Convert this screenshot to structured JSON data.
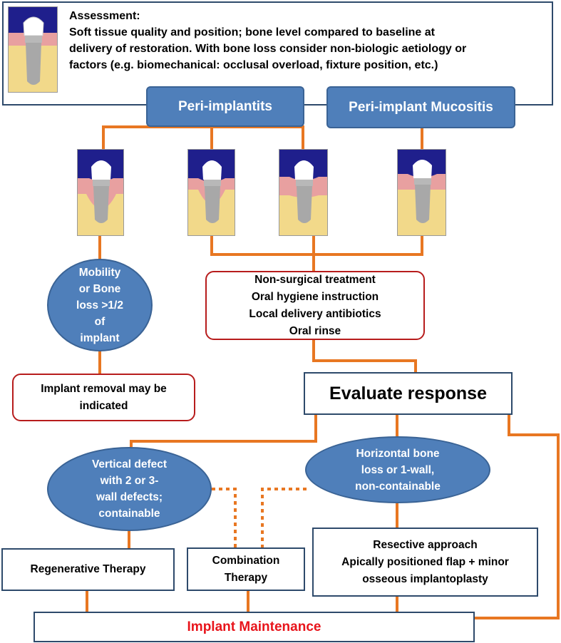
{
  "assessment": {
    "title": "Assessment:",
    "lines": [
      "Soft tissue quality and position; bone level compared to baseline at",
      "delivery of restoration. With bone loss consider non-biologic aetiology or",
      "factors (e.g. biomechanical:  occlusal overload, fixture position, etc.)"
    ]
  },
  "categories": {
    "peri_implantitis": "Peri-implantits",
    "mucositis": "Peri-implant Mucositis"
  },
  "mobility_oval": [
    "Mobility",
    "or Bone",
    "loss >1/2",
    "of",
    "implant"
  ],
  "removal_box": [
    "Implant removal may be",
    "indicated"
  ],
  "nonsurgical_box": [
    "Non-surgical treatment",
    "Oral hygiene instruction",
    "Local delivery antibiotics",
    "Oral rinse"
  ],
  "evaluate": "Evaluate response",
  "vertical_oval": [
    "Vertical defect",
    "with 2 or 3-",
    "wall defects;",
    "containable"
  ],
  "horizontal_oval": [
    "Horizontal bone",
    "loss or 1-wall,",
    "non-containable"
  ],
  "regenerative": "Regenerative Therapy",
  "combination": [
    "Combination",
    "Therapy"
  ],
  "resective": [
    "Resective approach",
    "Apically positioned flap + minor",
    "osseous implantoplasty"
  ],
  "maintenance": "Implant Maintenance",
  "colors": {
    "connector_orange": "#e87722",
    "oval_blue": "#4f7fba",
    "box_border_red": "#b71c1c",
    "maintenance_red": "#e8141b",
    "tooth_bg": "#1f1f8c",
    "gum_pink": "#e8a0a0",
    "bone_yellow": "#f2d98a"
  },
  "icons": [
    "implant-healthy-icon",
    "implant-peri-implantitis-icon",
    "implant-mucositis-icon"
  ]
}
